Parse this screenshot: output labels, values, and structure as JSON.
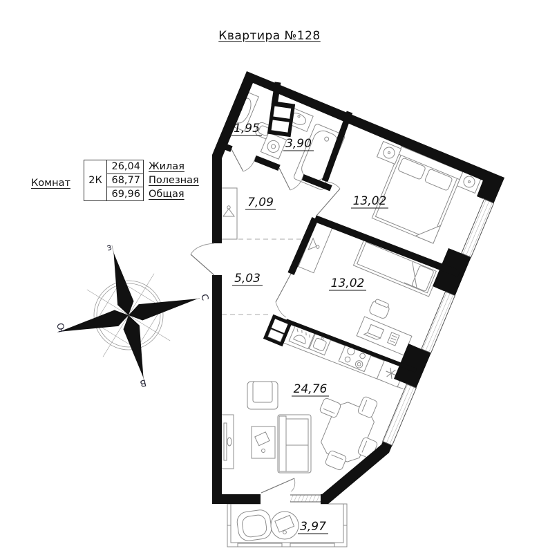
{
  "title": "Квартира №128",
  "info_table": {
    "rooms_label": "Комнат",
    "type": "2К",
    "values": [
      "26,04",
      "68,77",
      "69,96"
    ],
    "value_labels": [
      "Жилая",
      "Полезная",
      "Общая"
    ]
  },
  "compass": {
    "west": "з",
    "north": "С",
    "south": "Ю",
    "east": "В"
  },
  "rooms": [
    {
      "id": "wc",
      "area": "1,95"
    },
    {
      "id": "bathroom",
      "area": "3,90"
    },
    {
      "id": "hallway",
      "area": "7,09"
    },
    {
      "id": "bedroom-1",
      "area": "13,02"
    },
    {
      "id": "hallway-2",
      "area": "5,03"
    },
    {
      "id": "bedroom-2",
      "area": "13,02"
    },
    {
      "id": "living-kitchen",
      "area": "24,76"
    },
    {
      "id": "balcony",
      "area": "3,97"
    }
  ],
  "colors": {
    "walls": "#111111",
    "furniture": "#8c8c8c",
    "text": "#111111"
  }
}
